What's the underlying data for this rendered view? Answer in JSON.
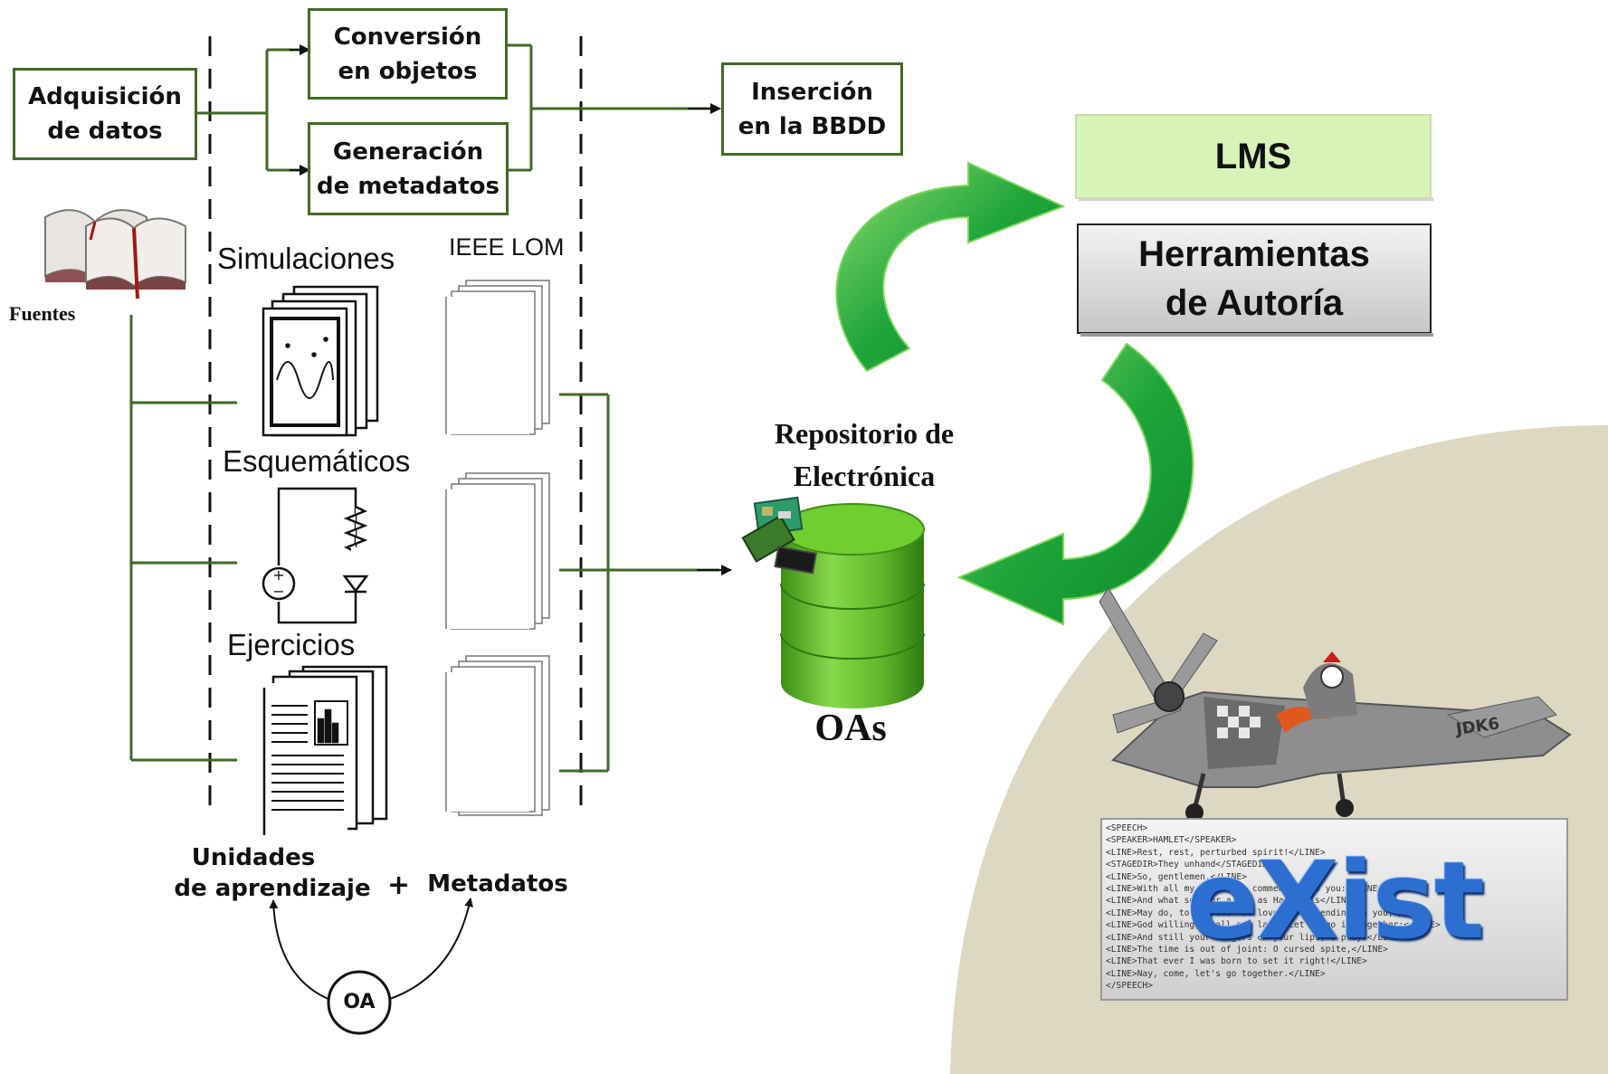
{
  "process": {
    "acquisition": [
      "Adquisición",
      "de datos"
    ],
    "conversion": [
      "Conversión",
      "en objetos"
    ],
    "metadata_gen": [
      "Generación",
      "de metadatos"
    ],
    "insertion": [
      "Inserción",
      "en la BBDD"
    ]
  },
  "sources_label": "Fuentes",
  "content_types": {
    "simulations": "Simulaciones",
    "schematics": "Esquemáticos",
    "exercises": "Ejercicios",
    "standard": "IEEE LOM"
  },
  "bottom": {
    "units": [
      "Unidades",
      "de aprendizaje"
    ],
    "plus": "+",
    "metadata": "Metadatos",
    "oa": "OA"
  },
  "repository": {
    "title": [
      "Repositorio de",
      "Electrónica"
    ],
    "db_label": "OAs"
  },
  "right": {
    "lms": "LMS",
    "authoring": [
      "Herramientas",
      "de Autoría"
    ]
  },
  "exist": {
    "logo": "eXist",
    "xml_lines": [
      "<SPEECH>",
      "<SPEAKER>HAMLET</SPEAKER>",
      "<LINE>Rest, rest, perturbed spirit!</LINE>",
      "<STAGEDIR>They unhand</STAGEDIR>",
      "<LINE>So, gentlemen,</LINE>",
      "<LINE>With all my love I do commend me to you:</LINE>",
      "<LINE>And what so poor a man as Hamlet is</LINE>",
      "<LINE>May do, to express his love and friending to you,</LINE>",
      "<LINE>God willing, shall not lack. Let us go in together;</LINE>",
      "<LINE>And still your fingers on your lips, I pray.</LINE>",
      "<LINE>The time is out of joint: O cursed spite,</LINE>",
      "<LINE>That ever I was born to set it right!</LINE>",
      "<LINE>Nay, come, let's go together.</LINE>",
      "</SPEECH>"
    ],
    "plane_tail": "JDK6"
  },
  "colors": {
    "dark_green": "#3f6a25",
    "arrow_green": "#20a83a",
    "arrow_light": "#8fdc70",
    "lms_fill": "#d8f3b8",
    "beige": "#ddd8c2",
    "db_green": "#6cc72e"
  }
}
